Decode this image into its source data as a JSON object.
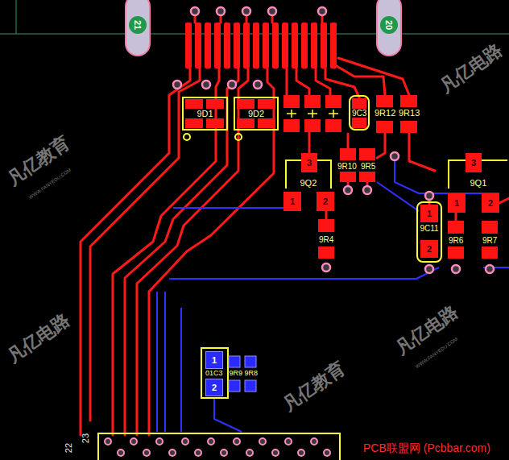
{
  "diagram": {
    "nodes": [
      {
        "text": [
          "21"
        ]
      },
      {
        "text": [
          "20"
        ]
      },
      {
        "text": [
          "9D1"
        ]
      },
      {
        "text": [
          "9D2"
        ]
      },
      {
        "text": [
          "9C3"
        ]
      },
      {
        "text": [
          "9Q2"
        ]
      },
      {
        "text": [
          "3"
        ]
      },
      {
        "text": [
          "1"
        ]
      },
      {
        "text": [
          "2"
        ]
      },
      {
        "text": [
          "9Q1"
        ]
      },
      {
        "text": [
          "3"
        ]
      },
      {
        "text": [
          "9C11"
        ]
      },
      {
        "text": [
          "1"
        ],
        "in": 11
      },
      {
        "text": [
          "2"
        ],
        "in": 11
      },
      {
        "text": [
          "1"
        ]
      },
      {
        "text": [
          "2"
        ]
      },
      {
        "text": [
          "1"
        ]
      },
      {
        "text": [
          "2"
        ]
      }
    ],
    "labels": [
      "9R12",
      "9R13",
      "9R10",
      "9R5",
      "9R4",
      "9R6",
      "9R7",
      "01C3",
      "9R9",
      "9R8",
      "22",
      "23",
      "PCB联盟网 (Pcbbar.com)",
      "凡亿电路",
      "凡亿教育",
      "WWW.FANYEDU.COM",
      "凡亿电路",
      "WWW.FANYEDU.COM",
      "凡亿教育",
      "凡亿电路"
    ]
  }
}
